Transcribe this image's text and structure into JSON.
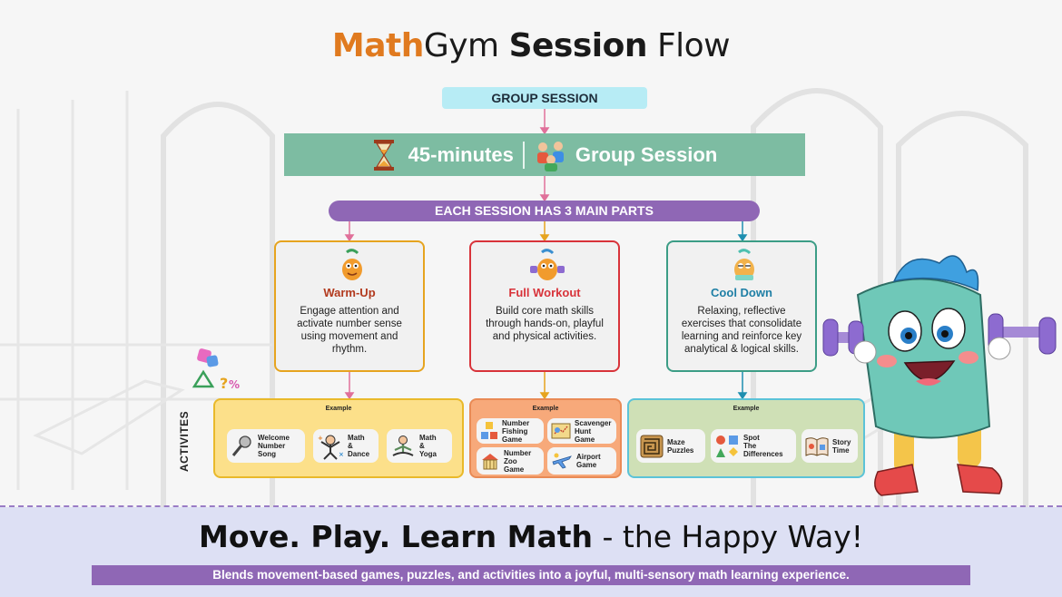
{
  "title": {
    "part1": "Math",
    "part2": "Gym",
    "part3": "Session",
    "part4": "Flow"
  },
  "group_session_label": "GROUP SESSION",
  "session_bar": {
    "duration": "45-minutes",
    "type": "Group Session"
  },
  "parts_label": "EACH SESSION HAS 3 MAIN PARTS",
  "cards": [
    {
      "title": "Warm-Up",
      "color": "#e6a41f",
      "title_color": "#b23a1e",
      "desc": "Engage attention and activate number sense using movement and rhythm."
    },
    {
      "title": "Full Workout",
      "color": "#d8333a",
      "title_color": "#d8333a",
      "desc": "Build core math skills through hands-on, playful and physical activities."
    },
    {
      "title": "Cool Down",
      "color": "#3c9d86",
      "title_color": "#1f7fa5",
      "desc": "Relaxing, reflective exercises that consolidate learning and reinforce key analytical & logical skills."
    }
  ],
  "example_label": "Example",
  "activities_label": "ACTIVITES",
  "warmup_activities": [
    {
      "l1": "Welcome",
      "l2": "Number",
      "l3": "Song",
      "icon": "microphone-icon"
    },
    {
      "l1": "Math",
      "l2": "&",
      "l3": "Dance",
      "icon": "dancer-icon"
    },
    {
      "l1": "Math",
      "l2": "&",
      "l3": "Yoga",
      "icon": "yoga-icon"
    }
  ],
  "workout_activities": [
    {
      "l1": "Number",
      "l2": "Fishing",
      "l3": "Game",
      "icon": "number-blocks-icon"
    },
    {
      "l1": "Scavenger",
      "l2": "Hunt",
      "l3": "Game",
      "icon": "treasure-map-icon"
    },
    {
      "l1": "Number",
      "l2": "Zoo",
      "l3": "Game",
      "icon": "zoo-icon"
    },
    {
      "l1": "Airport",
      "l2": "Game",
      "l3": "",
      "icon": "airplane-icon"
    }
  ],
  "cooldown_activities": [
    {
      "l1": "Maze",
      "l2": "Puzzles",
      "l3": "",
      "icon": "maze-icon"
    },
    {
      "l1": "Spot",
      "l2": "The",
      "l3": "Differences",
      "icon": "shapes-icon"
    },
    {
      "l1": "Story",
      "l2": "Time",
      "l3": "",
      "icon": "storybook-icon"
    }
  ],
  "slogan": {
    "bold": "Move. Play. Learn Math",
    "rest": " - the Happy Way!"
  },
  "tagline": "Blends movement-based games, puzzles, and activities into a joyful, multi-sensory math learning experience.",
  "colors": {
    "orange": "#e07a1f",
    "purple": "#8f67b5",
    "green": "#7dbca2",
    "cyan": "#b7ecf5",
    "warm_box": "#fce08a",
    "workout_box": "#f7a97a",
    "cool_box": "#cfe0b6"
  }
}
